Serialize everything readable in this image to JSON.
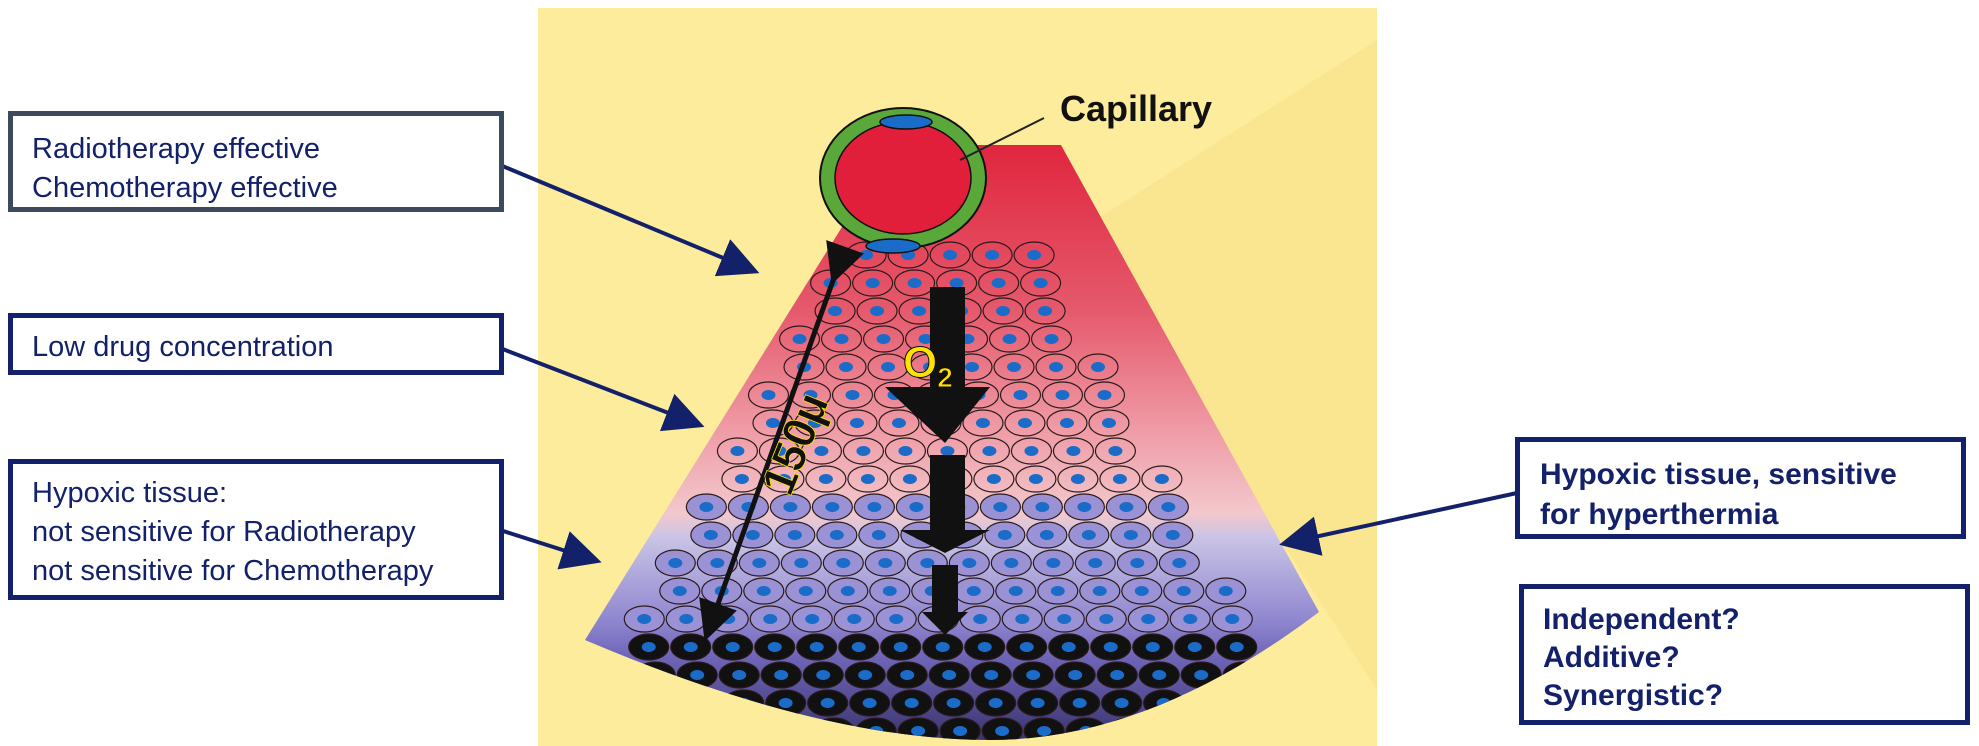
{
  "diagram": {
    "capillary_label": "Capillary",
    "oxygen_label": "O",
    "oxygen_subscript": "2",
    "distance_label": "150μ"
  },
  "callouts": {
    "oxygenated": [
      "Radiotherapy effective",
      "Chemotherapy effective"
    ],
    "low_drug": [
      "Low drug concentration"
    ],
    "hypoxic": [
      "Hypoxic tissue:",
      "not sensitive for Radiotherapy",
      "not sensitive for Chemotherapy"
    ],
    "hyperthermia": [
      "Hypoxic tissue, sensitive",
      "for hyperthermia"
    ],
    "questions": [
      "Independent?",
      "Additive?",
      "Synergistic?"
    ]
  },
  "colors": {
    "box_border": "#13216a",
    "box_border_top": "#3d4a5e",
    "arrow": "#13216a",
    "panel_background": "#fcec9c",
    "capillary_red": "#e11f3a",
    "capillary_wall": "#5ba83a",
    "nucleus_blue": "#1a6cc8",
    "hypoxic_purple": "#8f86cf",
    "necrotic_black": "#111111",
    "oxygen_text": "#ffe300"
  }
}
